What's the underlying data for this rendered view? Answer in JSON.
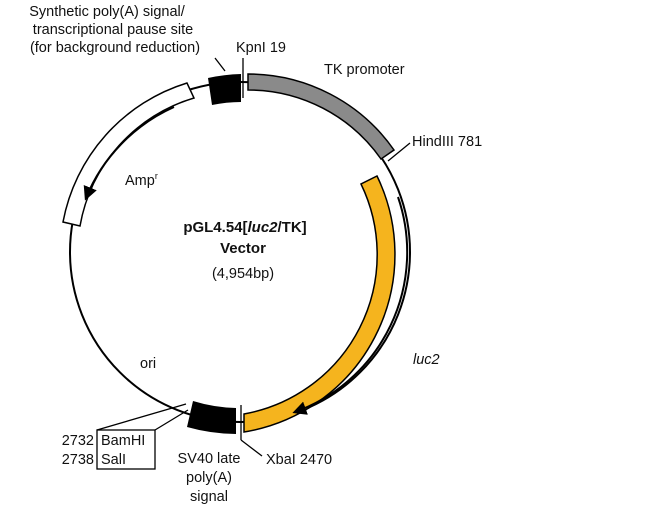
{
  "plasmid": {
    "name_prefix": "pGL4.54[",
    "name_gene": "luc2",
    "name_suffix": "/TK]",
    "name_line2": "Vector",
    "size": "(4,954bp)"
  },
  "features": {
    "poly_a_line1": "Synthetic poly(A) signal/",
    "poly_a_line2": "transcriptional pause site",
    "poly_a_line3": "(for background reduction)",
    "tk_promoter": "TK promoter",
    "luc2": "luc2",
    "amp_base": "Amp",
    "amp_sup": "r",
    "ori": "ori",
    "sv40_line1": "SV40 late",
    "sv40_line2": "poly(A)",
    "sv40_line3": "signal"
  },
  "sites": {
    "kpni": "KpnI 19",
    "hindiii": "HindIII 781",
    "xbai": "XbaI 2470",
    "bamhi_pos": "2732",
    "bamhi_name": "BamHI",
    "sali_pos": "2738",
    "sali_name": "SalI"
  },
  "colors": {
    "tk_promoter": "#8a8a8a",
    "luc2": "#f5b41e",
    "amp": "#ffffff",
    "block": "#000000",
    "backbone": "#000000"
  }
}
